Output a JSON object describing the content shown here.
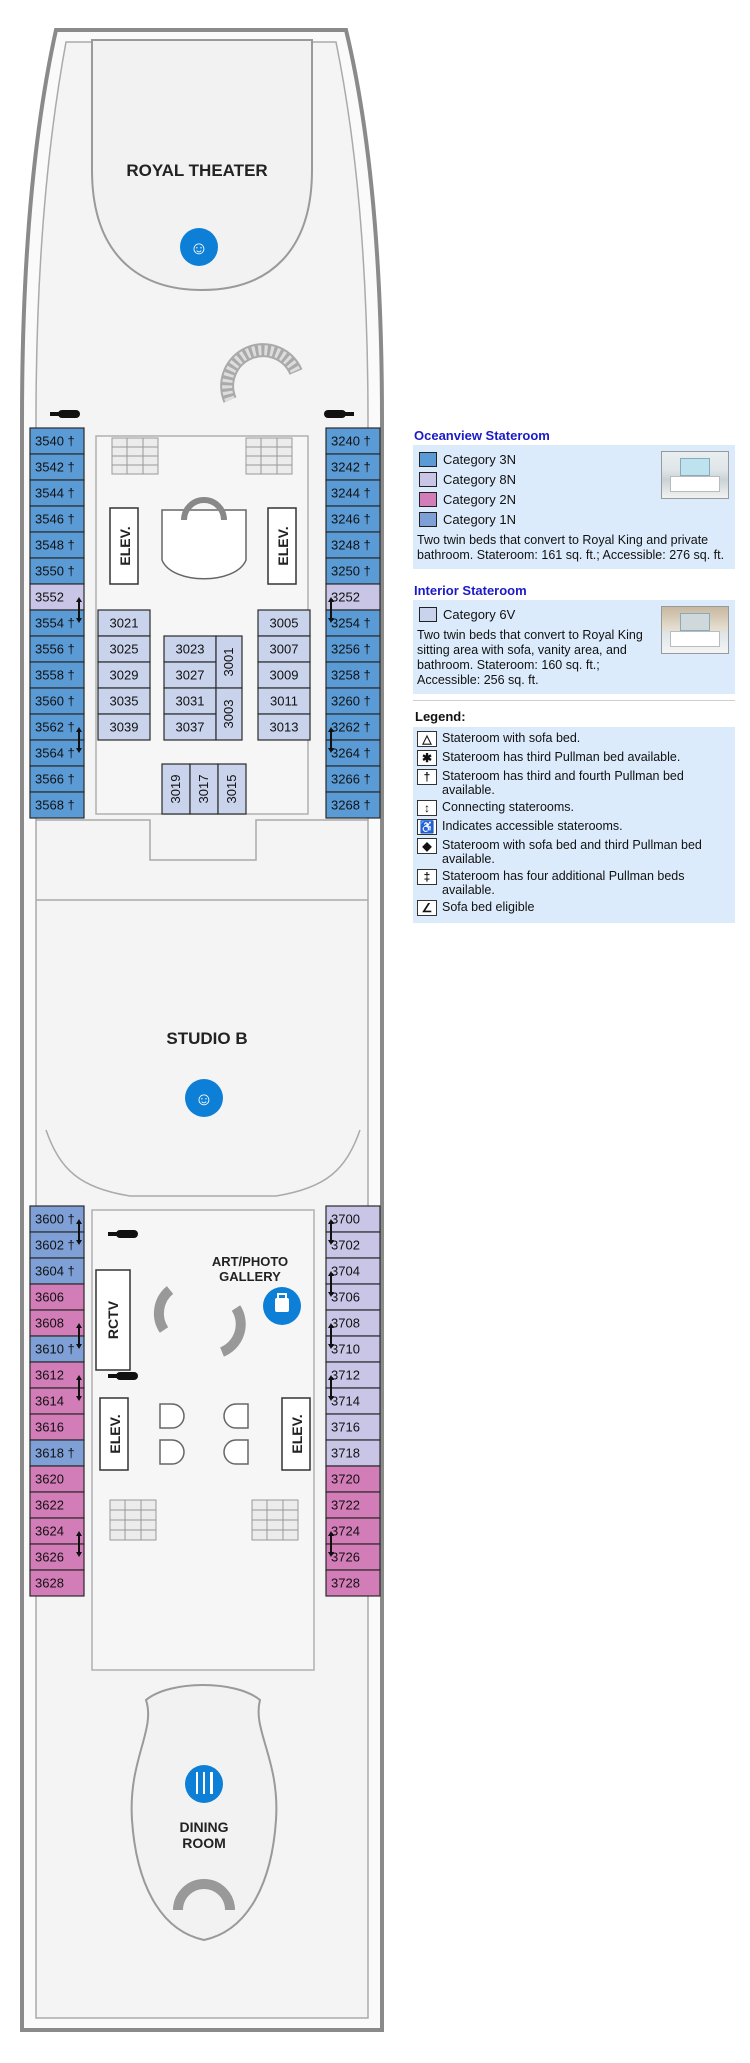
{
  "venues": {
    "royal_theater": "ROYAL THEATER",
    "studio_b": "STUDIO B",
    "art_gallery_line1": "ART/PHOTO",
    "art_gallery_line2": "GALLERY",
    "dining_line1": "DINING",
    "dining_line2": "ROOM",
    "rctv": "RCTV",
    "elevator": "ELEV."
  },
  "colors": {
    "cat_3N": "#5b9bd5",
    "cat_8N": "#c9c5e6",
    "cat_2N": "#d27cb8",
    "cat_1N": "#7fa0d6",
    "cat_6V": "#c9d3ec",
    "room_border": "#2a2a2a",
    "hull": "#888888",
    "legend_bg": "#dcebfb",
    "title_blue": "#1a1ac8",
    "icon_blue": "#0d7fd6"
  },
  "fwd_port_rooms": [
    {
      "num": "3540",
      "cat": "3N",
      "sym": "†"
    },
    {
      "num": "3542",
      "cat": "3N",
      "sym": "†"
    },
    {
      "num": "3544",
      "cat": "3N",
      "sym": "†"
    },
    {
      "num": "3546",
      "cat": "3N",
      "sym": "†"
    },
    {
      "num": "3548",
      "cat": "3N",
      "sym": "†"
    },
    {
      "num": "3550",
      "cat": "3N",
      "sym": "†"
    },
    {
      "num": "3552",
      "cat": "8N",
      "sym": ""
    },
    {
      "num": "3554",
      "cat": "3N",
      "sym": "†"
    },
    {
      "num": "3556",
      "cat": "3N",
      "sym": "†"
    },
    {
      "num": "3558",
      "cat": "3N",
      "sym": "†"
    },
    {
      "num": "3560",
      "cat": "3N",
      "sym": "†"
    },
    {
      "num": "3562",
      "cat": "3N",
      "sym": "†"
    },
    {
      "num": "3564",
      "cat": "3N",
      "sym": "†"
    },
    {
      "num": "3566",
      "cat": "3N",
      "sym": "†"
    },
    {
      "num": "3568",
      "cat": "3N",
      "sym": "†"
    }
  ],
  "fwd_stbd_rooms": [
    {
      "num": "3240",
      "cat": "3N",
      "sym": "†"
    },
    {
      "num": "3242",
      "cat": "3N",
      "sym": "†"
    },
    {
      "num": "3244",
      "cat": "3N",
      "sym": "†"
    },
    {
      "num": "3246",
      "cat": "3N",
      "sym": "†"
    },
    {
      "num": "3248",
      "cat": "3N",
      "sym": "†"
    },
    {
      "num": "3250",
      "cat": "3N",
      "sym": "†"
    },
    {
      "num": "3252",
      "cat": "8N",
      "sym": ""
    },
    {
      "num": "3254",
      "cat": "3N",
      "sym": "†"
    },
    {
      "num": "3256",
      "cat": "3N",
      "sym": "†"
    },
    {
      "num": "3258",
      "cat": "3N",
      "sym": "†"
    },
    {
      "num": "3260",
      "cat": "3N",
      "sym": "†"
    },
    {
      "num": "3262",
      "cat": "3N",
      "sym": "†"
    },
    {
      "num": "3264",
      "cat": "3N",
      "sym": "†"
    },
    {
      "num": "3266",
      "cat": "3N",
      "sym": "†"
    },
    {
      "num": "3268",
      "cat": "3N",
      "sym": "†"
    }
  ],
  "interior_left": [
    "3021",
    "3025",
    "3029",
    "3035",
    "3039"
  ],
  "interior_right": [
    "3005",
    "3007",
    "3009",
    "3011",
    "3013"
  ],
  "interior_mid": [
    "3023",
    "3027",
    "3031",
    "3037"
  ],
  "interior_mid_vertical": [
    "3001",
    "3003"
  ],
  "interior_bottom": [
    "3019",
    "3017",
    "3015"
  ],
  "aft_port_rooms": [
    {
      "num": "3600",
      "cat": "1N",
      "sym": "†"
    },
    {
      "num": "3602",
      "cat": "1N",
      "sym": "†"
    },
    {
      "num": "3604",
      "cat": "1N",
      "sym": "†"
    },
    {
      "num": "3606",
      "cat": "2N",
      "sym": ""
    },
    {
      "num": "3608",
      "cat": "2N",
      "sym": ""
    },
    {
      "num": "3610",
      "cat": "1N",
      "sym": "†"
    },
    {
      "num": "3612",
      "cat": "2N",
      "sym": ""
    },
    {
      "num": "3614",
      "cat": "2N",
      "sym": ""
    },
    {
      "num": "3616",
      "cat": "2N",
      "sym": ""
    },
    {
      "num": "3618",
      "cat": "1N",
      "sym": "†"
    },
    {
      "num": "3620",
      "cat": "2N",
      "sym": ""
    },
    {
      "num": "3622",
      "cat": "2N",
      "sym": ""
    },
    {
      "num": "3624",
      "cat": "2N",
      "sym": ""
    },
    {
      "num": "3626",
      "cat": "2N",
      "sym": ""
    },
    {
      "num": "3628",
      "cat": "2N",
      "sym": ""
    }
  ],
  "aft_stbd_rooms": [
    {
      "num": "3700",
      "cat": "8N",
      "sym": ""
    },
    {
      "num": "3702",
      "cat": "8N",
      "sym": ""
    },
    {
      "num": "3704",
      "cat": "8N",
      "sym": ""
    },
    {
      "num": "3706",
      "cat": "8N",
      "sym": ""
    },
    {
      "num": "3708",
      "cat": "8N",
      "sym": ""
    },
    {
      "num": "3710",
      "cat": "8N",
      "sym": ""
    },
    {
      "num": "3712",
      "cat": "8N",
      "sym": ""
    },
    {
      "num": "3714",
      "cat": "8N",
      "sym": ""
    },
    {
      "num": "3716",
      "cat": "8N",
      "sym": ""
    },
    {
      "num": "3718",
      "cat": "8N",
      "sym": ""
    },
    {
      "num": "3720",
      "cat": "2N",
      "sym": ""
    },
    {
      "num": "3722",
      "cat": "2N",
      "sym": ""
    },
    {
      "num": "3724",
      "cat": "2N",
      "sym": ""
    },
    {
      "num": "3726",
      "cat": "2N",
      "sym": ""
    },
    {
      "num": "3728",
      "cat": "2N",
      "sym": ""
    }
  ],
  "connecting": {
    "fwd_port": [
      7,
      12
    ],
    "fwd_stbd": [
      7,
      12
    ],
    "aft_port": [
      1,
      5,
      7,
      13
    ],
    "aft_stbd": [
      1,
      3,
      5,
      7,
      13
    ]
  },
  "legend": {
    "oceanview_title": "Oceanview Stateroom",
    "oceanview_categories": [
      {
        "key": "3N",
        "label": "Category 3N"
      },
      {
        "key": "8N",
        "label": "Category 8N"
      },
      {
        "key": "2N",
        "label": "Category 2N"
      },
      {
        "key": "1N",
        "label": "Category 1N"
      }
    ],
    "oceanview_desc": "Two twin beds that convert to Royal King and private bathroom. Stateroom: 161 sq. ft.; Accessible: 276 sq. ft.",
    "interior_title": "Interior Stateroom",
    "interior_categories": [
      {
        "key": "6V",
        "label": "Category 6V"
      }
    ],
    "interior_desc": "Two twin beds that convert to Royal King sitting area with sofa, vanity area, and bathroom. Stateroom: 160 sq. ft.; Accessible: 256 sq. ft.",
    "legend_title": "Legend:",
    "items": [
      {
        "icon": "sofa-bed-icon",
        "glyph": "△",
        "label": "Stateroom with sofa bed."
      },
      {
        "icon": "third-pullman-icon",
        "glyph": "✱",
        "label": "Stateroom has third Pullman bed available."
      },
      {
        "icon": "third-fourth-pullman-icon",
        "glyph": "†",
        "label": "Stateroom has third and fourth Pullman bed available."
      },
      {
        "icon": "connecting-icon",
        "glyph": "↕",
        "label": "Connecting staterooms."
      },
      {
        "icon": "accessible-icon",
        "glyph": "♿",
        "label": "Indicates accessible staterooms."
      },
      {
        "icon": "sofa-third-pullman-icon",
        "glyph": "◆",
        "label": "Stateroom with sofa bed and third Pullman bed available."
      },
      {
        "icon": "four-pullman-icon",
        "glyph": "‡",
        "label": "Stateroom has four additional Pullman beds available."
      },
      {
        "icon": "sofa-bed-eligible-icon",
        "glyph": "∠",
        "label": "Sofa bed eligible"
      }
    ]
  }
}
